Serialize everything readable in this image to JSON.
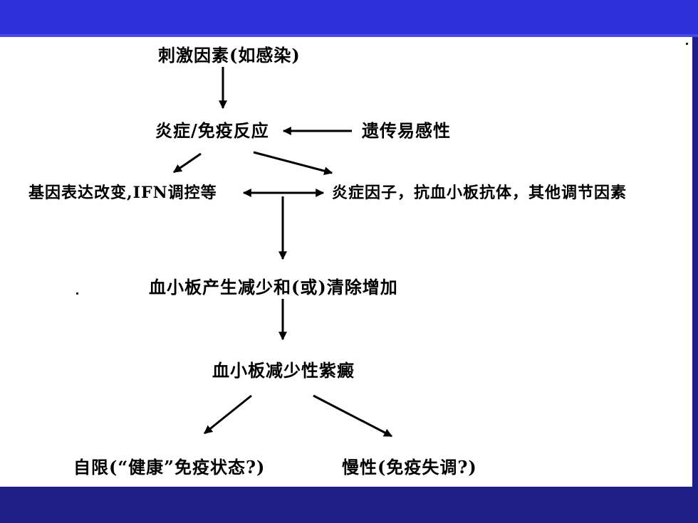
{
  "colors": {
    "title_band": "#3030d8",
    "frame": "#1e1e86",
    "panel": "#ffffff",
    "text": "#000000",
    "arrow": "#000000"
  },
  "diagram": {
    "nodes": {
      "stimulus": "刺激因素(如感染)",
      "inflammation": "炎症/免疫反应",
      "genetic": "遗传易感性",
      "gene_expression": "基因表达改变,IFN调控等",
      "factors": "炎症因子，抗血小板抗体，其他调节因素",
      "platelet_change": "血小板产生减少和(或)清除增加",
      "itp": "血小板减少性紫癜",
      "self_limited": "自限(“健康”免疫状态?)",
      "chronic": "慢性(免疫失调?)"
    }
  }
}
